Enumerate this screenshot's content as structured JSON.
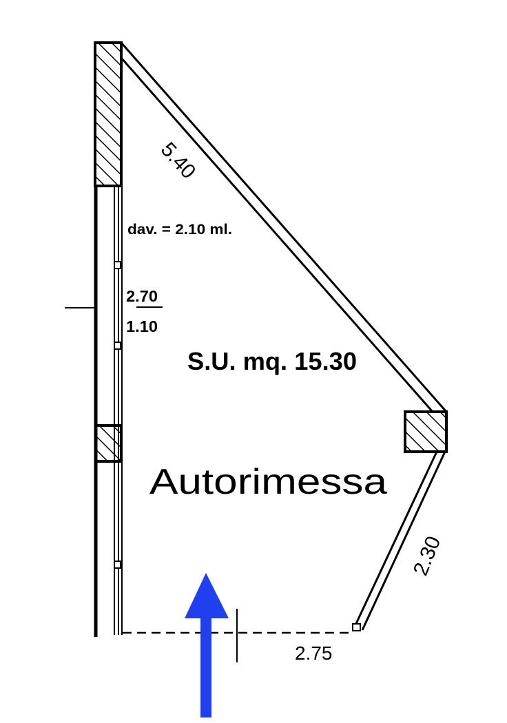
{
  "room": {
    "name": "Autorimessa",
    "surface_label": "S.U. mq. 15.30",
    "ceiling_height_label": "dav. = 2.10 ml."
  },
  "dimensions": {
    "diagonal_wall": "5.40",
    "right_wall": "2.30",
    "opening_width": "2.75"
  },
  "window": {
    "height_label": "2.70",
    "sill_label": "1.10"
  },
  "entrance_arrow": {
    "direction": "up",
    "color": "#2040f0"
  }
}
